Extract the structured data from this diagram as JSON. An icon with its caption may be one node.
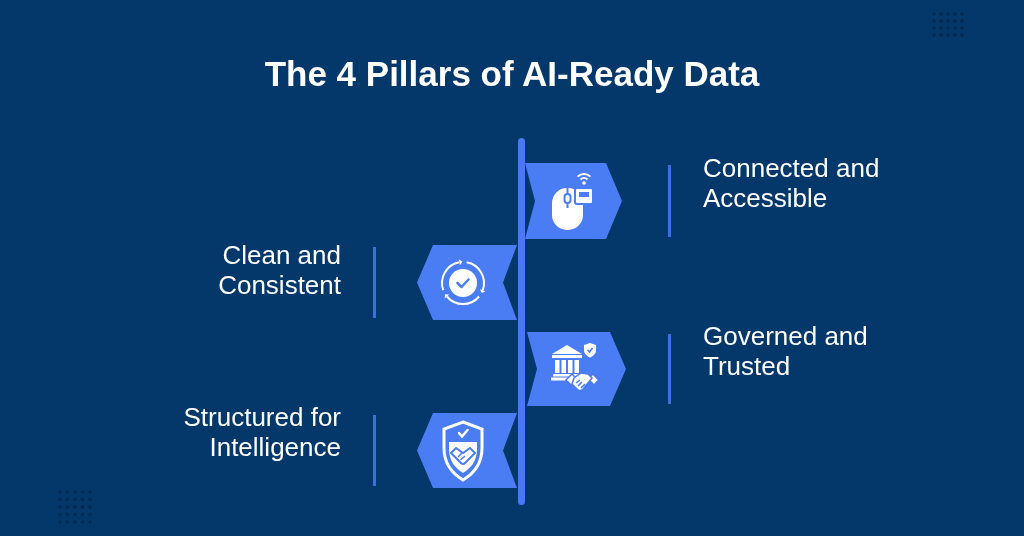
{
  "diagram": {
    "title": "The 4 Pillars of AI-Ready Data",
    "nodes": [
      {
        "text": [],
        "shape": "chevron",
        "beside": [
          "Connected and Accessible"
        ]
      },
      {
        "text": [],
        "shape": "chevron",
        "beside": [
          "Clean and Consistent"
        ]
      },
      {
        "text": [],
        "shape": "chevron",
        "beside": [
          "Governed and Trusted"
        ]
      },
      {
        "text": [],
        "shape": "chevron",
        "beside": [
          "Structured for Intelligence"
        ]
      }
    ]
  }
}
